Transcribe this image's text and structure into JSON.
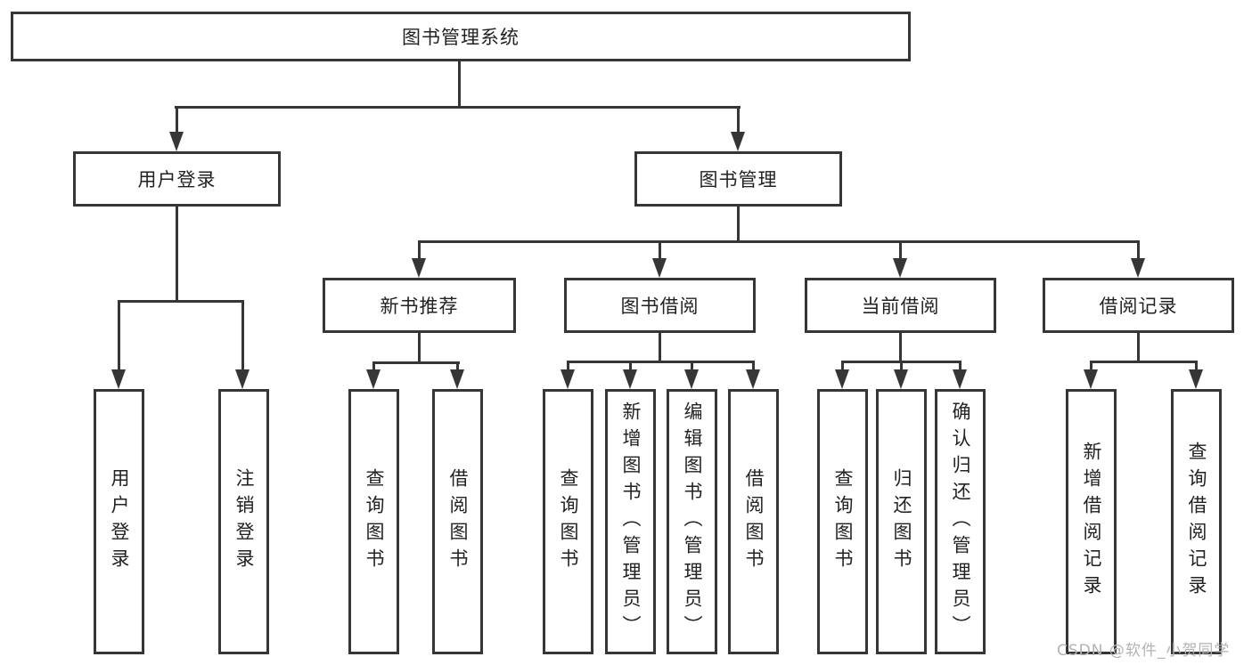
{
  "diagram": {
    "root": {
      "label": "图书管理系统"
    },
    "level2": [
      {
        "label": "用户登录"
      },
      {
        "label": "图书管理"
      }
    ],
    "login_children": [
      {
        "label": "用户登录"
      },
      {
        "label": "注销登录"
      }
    ],
    "level3": [
      {
        "label": "新书推荐"
      },
      {
        "label": "图书借阅"
      },
      {
        "label": "当前借阅"
      },
      {
        "label": "借阅记录"
      }
    ],
    "recommend_children": [
      {
        "label": "查询图书"
      },
      {
        "label": "借阅图书"
      }
    ],
    "borrow_children": [
      {
        "label": "查询图书"
      },
      {
        "label": "新增图书（管理员）"
      },
      {
        "label": "编辑图书（管理员）"
      },
      {
        "label": "借阅图书"
      }
    ],
    "current_children": [
      {
        "label": "查询图书"
      },
      {
        "label": "归还图书"
      },
      {
        "label": "确认归还（管理员）"
      }
    ],
    "record_children": [
      {
        "label": "新增借阅记录"
      },
      {
        "label": "查询借阅记录"
      }
    ]
  },
  "watermark": {
    "text": "CSDN @软件_小贺同学"
  },
  "colors": {
    "line": "#363636",
    "text": "#222222",
    "watermark": "#b3b3b3",
    "background": "#ffffff"
  }
}
